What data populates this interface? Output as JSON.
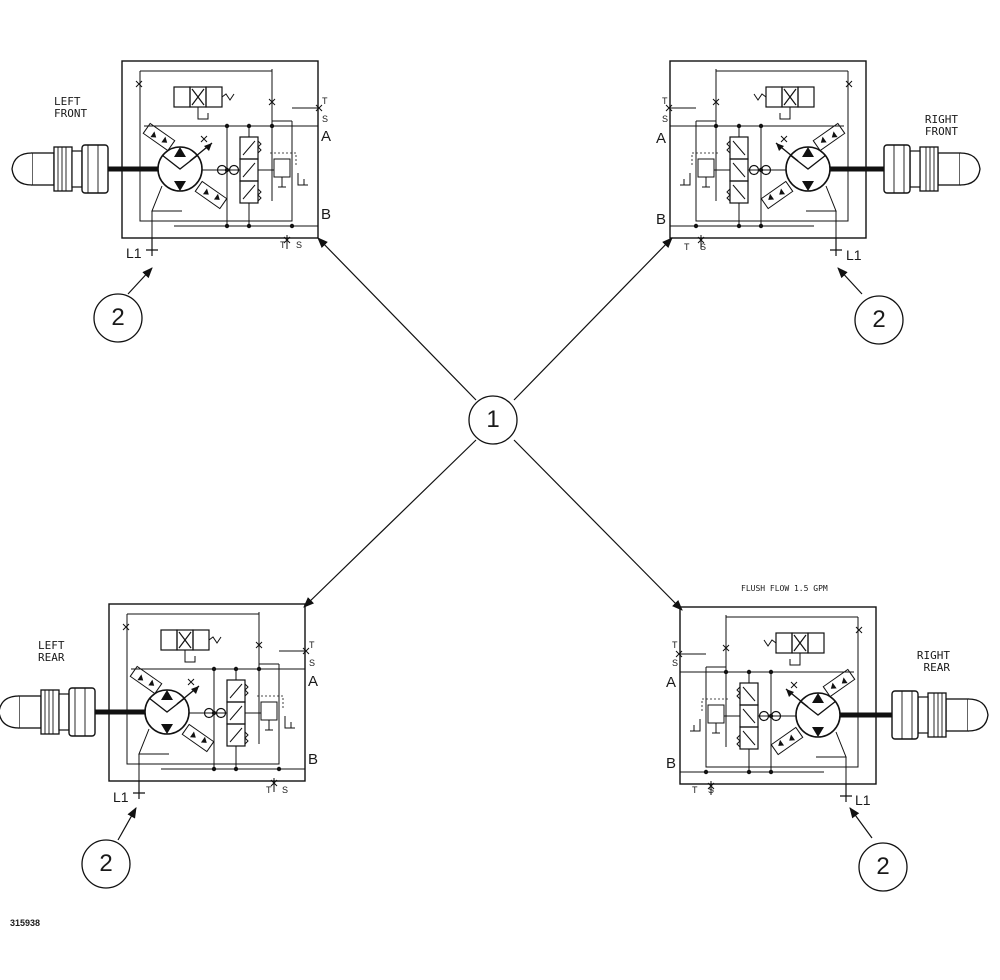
{
  "units": [
    {
      "id": "lf",
      "label_line1": "LEFT",
      "label_line2": "FRONT",
      "port_a": "A",
      "port_b": "B",
      "port_t": "T",
      "port_s": "S",
      "port_l1": "L1"
    },
    {
      "id": "rf",
      "label_line1": "RIGHT",
      "label_line2": "FRONT",
      "port_a": "A",
      "port_b": "B",
      "port_t": "T",
      "port_s": "S",
      "port_l1": "L1"
    },
    {
      "id": "lr",
      "label_line1": "LEFT",
      "label_line2": "REAR",
      "port_a": "A",
      "port_b": "B",
      "port_t": "T",
      "port_s": "S",
      "port_l1": "L1"
    },
    {
      "id": "rr",
      "label_line1": "RIGHT",
      "label_line2": "REAR",
      "port_a": "A",
      "port_b": "B",
      "port_t": "T",
      "port_s": "S",
      "port_l1": "L1"
    }
  ],
  "callouts": {
    "center": "1",
    "motor": "2"
  },
  "flush_note": "FLUSH FLOW 1.5 GPM",
  "figure_number": "315938"
}
